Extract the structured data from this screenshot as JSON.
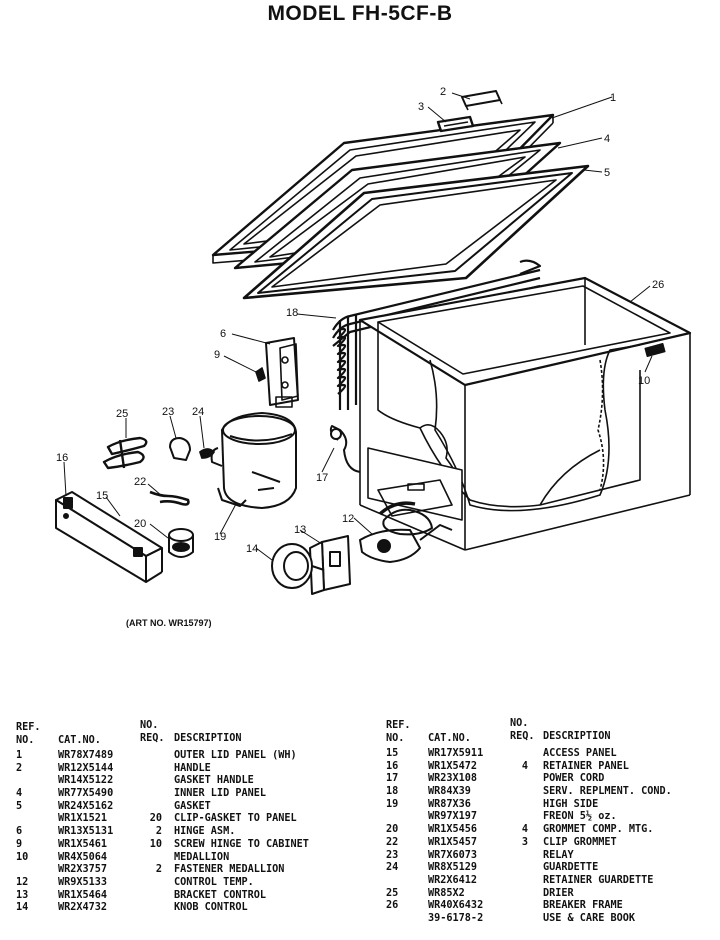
{
  "title": "MODEL FH-5CF-B",
  "art_no": "(ART NO. WR15797)",
  "diagram": {
    "callouts": [
      "1",
      "2",
      "3",
      "4",
      "5",
      "6",
      "9",
      "10",
      "12",
      "13",
      "14",
      "15",
      "16",
      "17",
      "18",
      "19",
      "20",
      "22",
      "23",
      "24",
      "25",
      "26"
    ]
  },
  "tables": {
    "left": {
      "headers": {
        "ref": "REF.\nNO.",
        "cat": "CAT.NO.",
        "req": "NO.\nREQ.",
        "desc": "DESCRIPTION"
      },
      "rows": [
        {
          "ref": "1",
          "cat": "WR78X7489",
          "req": "",
          "desc": "OUTER LID PANEL (WH)"
        },
        {
          "ref": "2",
          "cat": "WR12X5144",
          "req": "",
          "desc": "HANDLE"
        },
        {
          "ref": "",
          "cat": "WR14X5122",
          "req": "",
          "desc": "GASKET HANDLE"
        },
        {
          "ref": "4",
          "cat": "WR77X5490",
          "req": "",
          "desc": "INNER LID PANEL"
        },
        {
          "ref": "5",
          "cat": "WR24X5162",
          "req": "",
          "desc": "GASKET"
        },
        {
          "ref": "",
          "cat": "WR1X1521",
          "req": "20",
          "desc": "CLIP-GASKET TO PANEL"
        },
        {
          "ref": "6",
          "cat": "WR13X5131",
          "req": "2",
          "desc": "HINGE ASM."
        },
        {
          "ref": "9",
          "cat": "WR1X5461",
          "req": "10",
          "desc": "SCREW HINGE TO CABINET"
        },
        {
          "ref": "10",
          "cat": "WR4X5064",
          "req": "",
          "desc": "MEDALLION"
        },
        {
          "ref": "",
          "cat": "WR2X3757",
          "req": "2",
          "desc": "FASTENER MEDALLION"
        },
        {
          "ref": "12",
          "cat": "WR9X5133",
          "req": "",
          "desc": "CONTROL TEMP."
        },
        {
          "ref": "13",
          "cat": "WR1X5464",
          "req": "",
          "desc": "BRACKET CONTROL"
        },
        {
          "ref": "14",
          "cat": "WR2X4732",
          "req": "",
          "desc": "KNOB CONTROL"
        }
      ]
    },
    "right": {
      "headers": {
        "ref": "REF.\nNO.",
        "cat": "CAT.NO.",
        "req": "NO.\nREQ.",
        "desc": "DESCRIPTION"
      },
      "rows": [
        {
          "ref": "15",
          "cat": "WR17X5911",
          "req": "",
          "desc": "ACCESS PANEL"
        },
        {
          "ref": "16",
          "cat": "WR1X5472",
          "req": "4",
          "desc": "RETAINER PANEL"
        },
        {
          "ref": "17",
          "cat": "WR23X108",
          "req": "",
          "desc": "POWER CORD"
        },
        {
          "ref": "18",
          "cat": "WR84X39",
          "req": "",
          "desc": "SERV. REPLMENT. COND."
        },
        {
          "ref": "19",
          "cat": "WR87X36",
          "req": "",
          "desc": "HIGH SIDE"
        },
        {
          "ref": "",
          "cat": "WR97X197",
          "req": "",
          "desc": "FREON 5½ oz."
        },
        {
          "ref": "20",
          "cat": "WR1X5456",
          "req": "4",
          "desc": "GROMMET COMP. MTG."
        },
        {
          "ref": "22",
          "cat": "WR1X5457",
          "req": "3",
          "desc": "CLIP GROMMET"
        },
        {
          "ref": "23",
          "cat": "WR7X6073",
          "req": "",
          "desc": "RELAY"
        },
        {
          "ref": "24",
          "cat": "WR8X5129",
          "req": "",
          "desc": "GUARDETTE"
        },
        {
          "ref": "",
          "cat": "WR2X6412",
          "req": "",
          "desc": "RETAINER GUARDETTE"
        },
        {
          "ref": "25",
          "cat": "WR85X2",
          "req": "",
          "desc": "DRIER"
        },
        {
          "ref": "26",
          "cat": "WR40X6432",
          "req": "",
          "desc": "BREAKER FRAME"
        },
        {
          "ref": "",
          "cat": "39-6178-2",
          "req": "",
          "desc": "USE & CARE BOOK"
        }
      ]
    }
  }
}
